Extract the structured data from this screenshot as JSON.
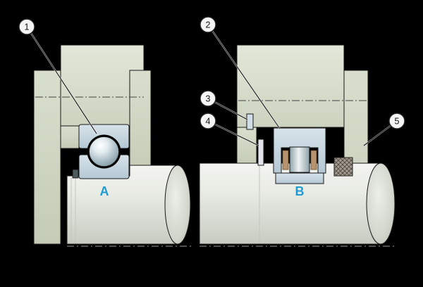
{
  "diagram": {
    "background_color": "#000000",
    "label_color": "#1f9cd3",
    "section_labels": [
      {
        "text": "A"
      },
      {
        "text": "B"
      }
    ],
    "callouts": [
      {
        "number": "1"
      },
      {
        "number": "2"
      },
      {
        "number": "3"
      },
      {
        "number": "4"
      },
      {
        "number": "5"
      }
    ],
    "colors": {
      "housing": "#d9dfcd",
      "bearing_ring": "#c9d9e2",
      "shaft": "#e6e8e2",
      "roller_cage": "#b5946f",
      "callout_fill": "#f5f5f5",
      "outline": "#1a1a1a"
    }
  }
}
